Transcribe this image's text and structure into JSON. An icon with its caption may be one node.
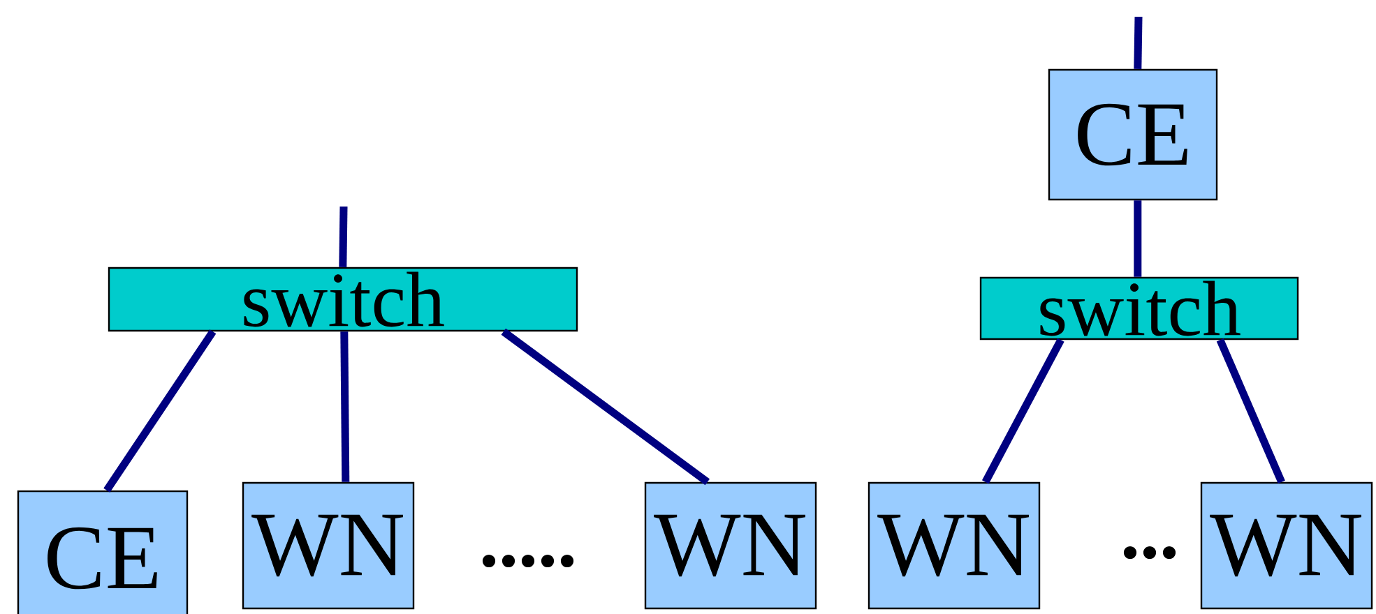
{
  "diagram": {
    "nodes": [
      {
        "text": [
          "CE"
        ]
      },
      {
        "text": [
          "switch"
        ]
      },
      {
        "text": [
          "switch"
        ]
      },
      {
        "text": [
          "CE"
        ]
      },
      {
        "text": [
          "WN"
        ]
      },
      {
        "text": [
          "WN"
        ]
      },
      {
        "text": [
          "WN"
        ]
      },
      {
        "text": [
          "WN"
        ]
      }
    ],
    "edges": [
      {
        "from": null,
        "to": 1,
        "arrow": "none"
      },
      {
        "from": null,
        "to": 0,
        "arrow": "none"
      },
      {
        "from": 1,
        "to": 3,
        "arrow": "none"
      },
      {
        "from": 1,
        "to": 4,
        "arrow": "none"
      },
      {
        "from": 1,
        "to": 5,
        "arrow": "none"
      },
      {
        "from": 0,
        "to": 2,
        "arrow": "none"
      },
      {
        "from": 2,
        "to": 6,
        "arrow": "none"
      },
      {
        "from": 2,
        "to": 7,
        "arrow": "none"
      }
    ],
    "labels": [
      ".....",
      "..."
    ]
  }
}
